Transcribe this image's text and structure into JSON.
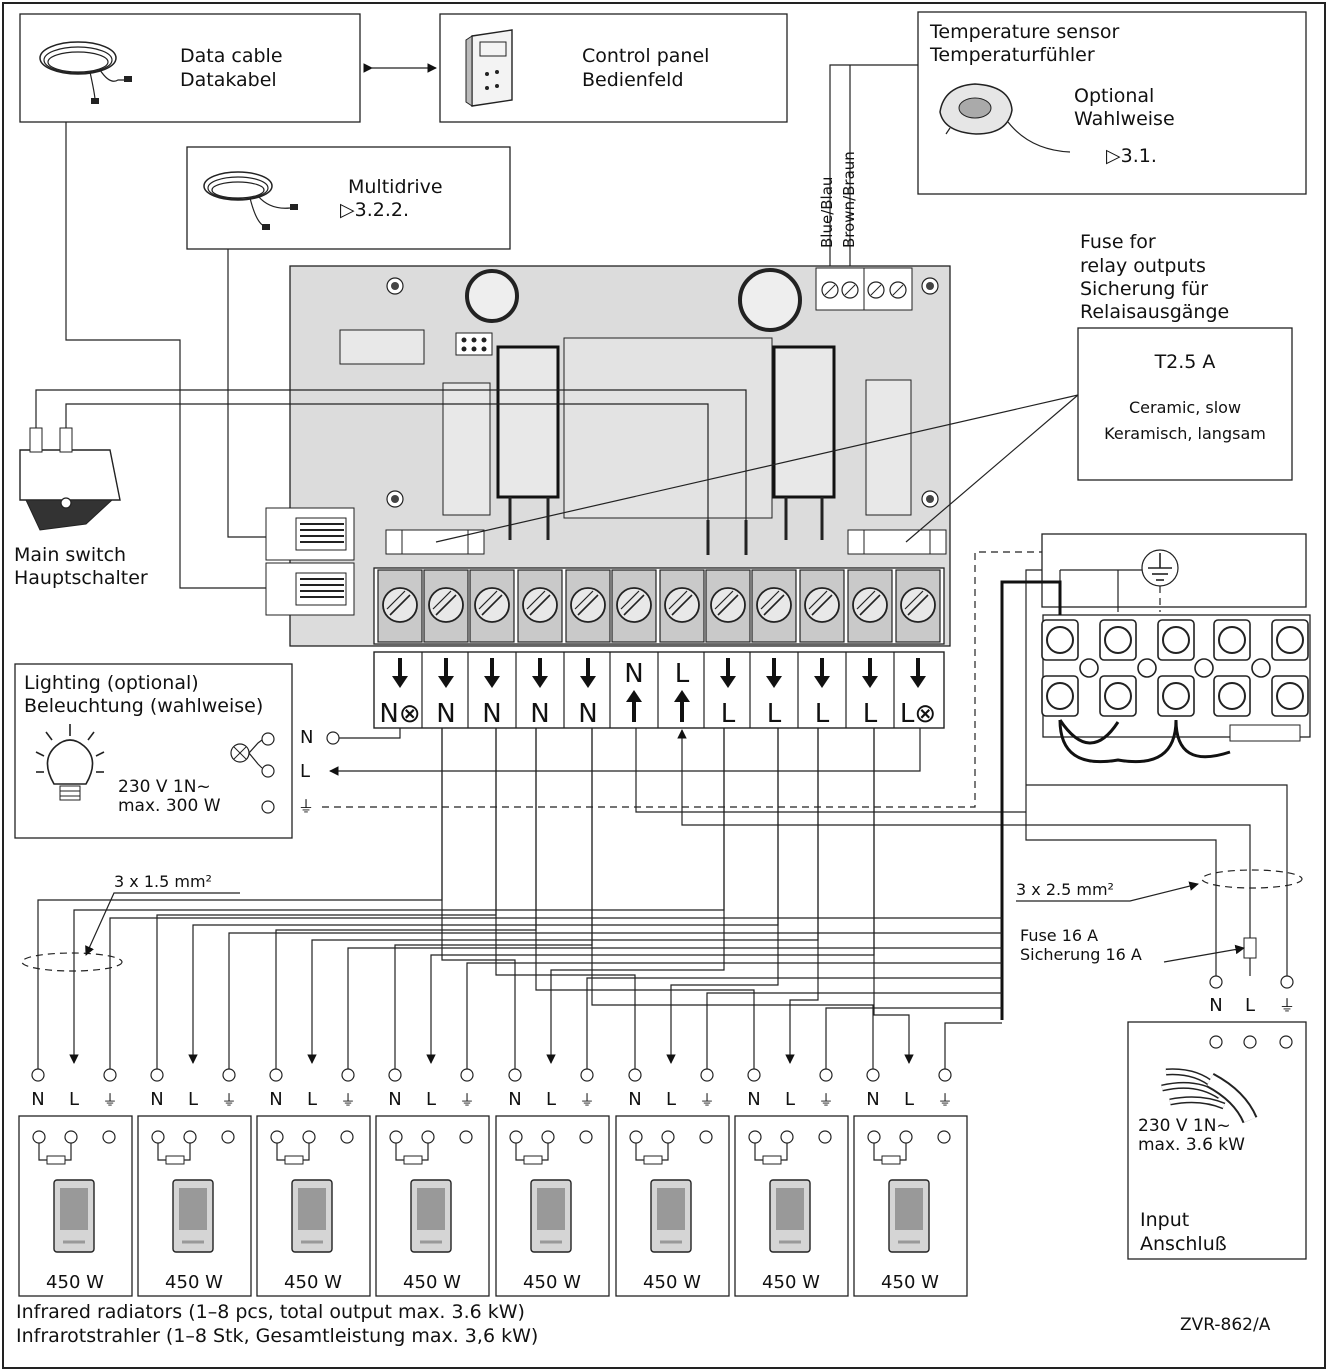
{
  "data_cable": {
    "line1": "Data cable",
    "line2": "Datakabel"
  },
  "control_panel": {
    "line1": "Control panel",
    "line2": "Bedienfeld"
  },
  "temp_sensor": {
    "line1": "Temperature sensor",
    "line2": "Temperaturfühler",
    "optional1": "Optional",
    "optional2": "Wahlweise",
    "ref": "▷3.1."
  },
  "multidrive": {
    "line1": "Multidrive",
    "ref": "▷3.2.2."
  },
  "sensor_wires": {
    "blue": "Blue/Blau",
    "brown": "Brown/Braun"
  },
  "fuse_relay": {
    "line1": "Fuse for",
    "line2": "relay outputs",
    "line3": "Sicherung für",
    "line4": "Relaisausgänge"
  },
  "fuse_box": {
    "rating": "T2.5 A",
    "type_en": "Ceramic, slow",
    "type_de": "Keramisch, langsam"
  },
  "main_switch": {
    "line1": "Main switch",
    "line2": "Hauptschalter"
  },
  "terminals": {
    "labels": [
      "N⊗",
      "N",
      "N",
      "N",
      "N",
      "N",
      "L",
      "L",
      "L",
      "L",
      "L",
      "L⊗"
    ],
    "arrows": [
      "down",
      "down",
      "down",
      "down",
      "down",
      "up",
      "up",
      "down",
      "down",
      "down",
      "down",
      "down"
    ]
  },
  "lighting": {
    "line1": "Lighting (optional)",
    "line2": "Beleuchtung (wahlweise)",
    "spec1": "230 V 1N~",
    "spec2": "max. 300 W",
    "pin_n": "N",
    "pin_l": "L",
    "pin_pe": "⏚"
  },
  "cable_small": "3 x 1.5 mm²",
  "cable_large": "3 x 2.5 mm²",
  "fuse_16a": {
    "line1": "Fuse 16 A",
    "line2": "Sicherung 16 A"
  },
  "input": {
    "pins": [
      "N",
      "L",
      "⏚"
    ],
    "spec1": "230 V 1N~",
    "spec2": "max. 3.6 kW",
    "label1": "Input",
    "label2": "Anschluß"
  },
  "radiators": {
    "pin_labels": [
      "N",
      "L",
      "⏚"
    ],
    "watts": [
      "450 W",
      "450 W",
      "450 W",
      "450 W",
      "450 W",
      "450 W",
      "450 W",
      "450 W"
    ],
    "caption1": "Infrared radiators (1–8 pcs, total output max. 3.6 kW)",
    "caption2": "Infrarotstrahler (1–8 Stk, Gesamtleistung max. 3,6 kW)"
  },
  "drawing_code": "ZVR-862/A"
}
